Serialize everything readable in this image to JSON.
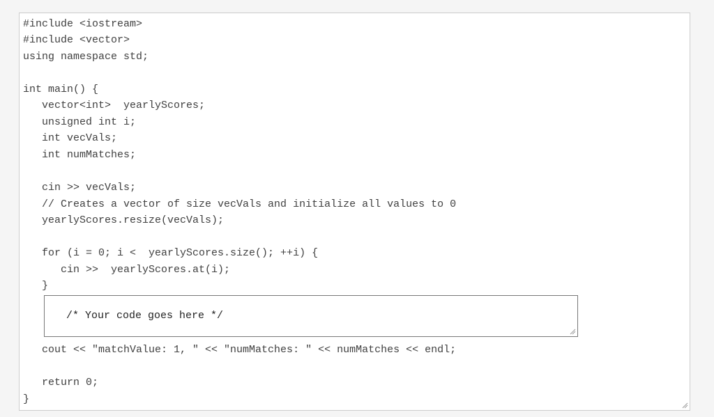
{
  "code_lines_top": [
    "#include <iostream>",
    "#include <vector>",
    "using namespace std;",
    "",
    "int main() {",
    "   vector<int>  yearlyScores;",
    "   unsigned int i;",
    "   int vecVals;",
    "   int numMatches;",
    "",
    "   cin >> vecVals;",
    "   // Creates a vector of size vecVals and initialize all values to 0",
    "   yearlyScores.resize(vecVals);",
    "",
    "   for (i = 0; i <  yearlyScores.size(); ++i) {",
    "      cin >>  yearlyScores.at(i);",
    "   }"
  ],
  "answer_placeholder": "/* Your code goes here */",
  "code_lines_bottom": [
    "   cout << \"matchValue: 1, \" << \"numMatches: \" << numMatches << endl;",
    "",
    "   return 0;",
    "}"
  ],
  "colors": {
    "code_text": "#404040",
    "editor_border": "#cccccc",
    "answer_border": "#777777"
  },
  "icons": {
    "resize_handle": "resize-grip-icon"
  }
}
